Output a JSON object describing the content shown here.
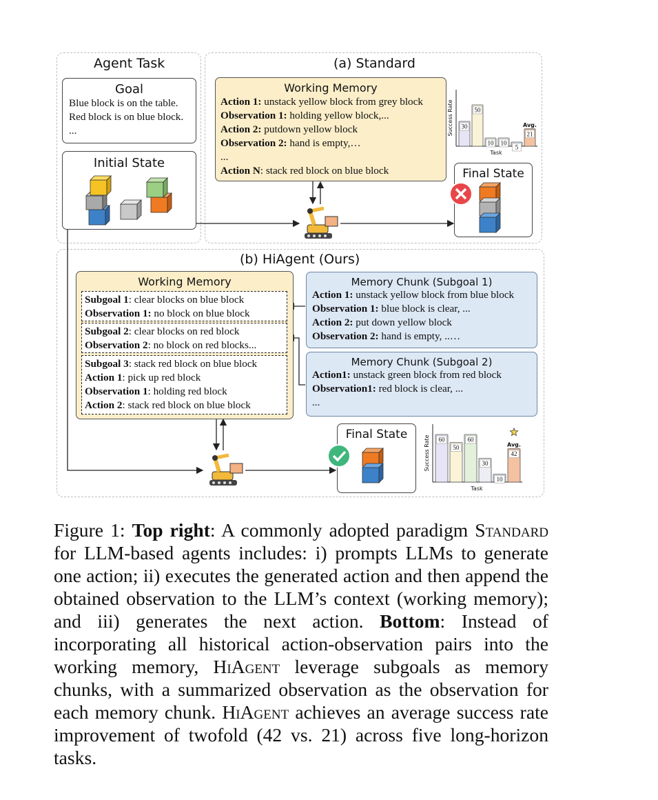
{
  "figure": {
    "agent_task": {
      "title": "Agent Task",
      "goal": {
        "title": "Goal",
        "lines": [
          "Blue block is on the table.",
          "Red block is on blue block.",
          "..."
        ]
      },
      "initial_state": {
        "title": "Initial State"
      }
    },
    "standard": {
      "title": "(a) Standard",
      "working_memory": {
        "title": "Working Memory",
        "lines": [
          {
            "bold": "Action 1:",
            "text": " unstack yellow block from grey block"
          },
          {
            "bold": "Observation 1:",
            "text": " holding yellow block,..."
          },
          {
            "bold": "Action 2:",
            "text": " putdown yellow block"
          },
          {
            "bold": "Observation 2:",
            "text": " hand is empty,…"
          },
          {
            "bold": "",
            "text": "..."
          },
          {
            "bold": "Action N",
            "text": ": stack red block on blue block"
          }
        ]
      },
      "final_state": {
        "title": "Final State",
        "status_icon": "cross-icon"
      }
    },
    "hiagent": {
      "title": "(b) HiAgent (Ours)",
      "working_memory": {
        "title": "Working Memory",
        "groups": [
          [
            {
              "bold": "Subgoal 1",
              "text": ": clear blocks on blue block"
            },
            {
              "bold": "Observation 1:",
              "text": " no block on blue block"
            }
          ],
          [
            {
              "bold": "Subgoal 2",
              "text": ": clear blocks on red block"
            },
            {
              "bold": "Observation 2",
              "text": ": no block on red blocks..."
            }
          ],
          [
            {
              "bold": "Subgoal 3",
              "text": ": stack red block on blue block"
            },
            {
              "bold": "Action 1",
              "text": ": pick up red block"
            },
            {
              "bold": "Observation 1",
              "text": ": holding red block"
            },
            {
              "bold": "Action 2",
              "text": ": stack red block on blue block"
            }
          ]
        ]
      },
      "memory_chunk_1": {
        "title": "Memory Chunk (Subgoal 1)",
        "lines": [
          {
            "bold": "Action 1:",
            "text": " unstack yellow block from blue block"
          },
          {
            "bold": "Observation 1:",
            "text": " blue block is clear, ..."
          },
          {
            "bold": "Action 2:",
            "text": " put down yellow block"
          },
          {
            "bold": "Observation 2:",
            "text": " hand is empty, ..…"
          }
        ]
      },
      "memory_chunk_2": {
        "title": "Memory Chunk (Subgoal 2)",
        "lines": [
          {
            "bold": "Action1:",
            "text": " unstack green block from red block"
          },
          {
            "bold": "Observation1:",
            "text": " red block is clear, ..."
          },
          {
            "bold": "",
            "text": "..."
          }
        ]
      },
      "final_state": {
        "title": "Final State",
        "status_icon": "check-icon"
      }
    }
  },
  "chart_data": [
    {
      "type": "bar",
      "name_hint": "standard",
      "ylabel": "Success Rate",
      "xlabel": "Task",
      "categories": [
        "",
        "",
        "",
        "",
        "",
        "Avg."
      ],
      "values": [
        30,
        50,
        10,
        10,
        5,
        21
      ],
      "colors": [
        "#e6e4f5",
        "#fbf3d8",
        "#e3f0dc",
        "#eceef3",
        "#dde5f3",
        "#f4c2a1"
      ]
    },
    {
      "type": "bar",
      "name_hint": "hiagent",
      "ylabel": "Success Rate",
      "xlabel": "Task",
      "categories": [
        "",
        "",
        "",
        "",
        "",
        "Avg."
      ],
      "values": [
        60,
        50,
        60,
        30,
        10,
        42
      ],
      "colors": [
        "#e6e4f5",
        "#fbf3d8",
        "#e3f0dc",
        "#eceef3",
        "#dde5f3",
        "#f4c2a1"
      ],
      "highlight_icon": "star-icon"
    }
  ],
  "caption": {
    "label": "Figure 1: ",
    "bold1": "Top right",
    "text1": ": A commonly adopted paradigm ",
    "sc1": "Standard",
    "text2": " for LLM-based agents includes: i) prompts LLMs to generate one action; ii) executes the generated action and then append the obtained observation to the LLM’s context (working memory); and iii) generates the next action. ",
    "bold2": "Bottom",
    "text3": ": Instead of incorporating all historical action-observation pairs into the working memory, ",
    "sc2": "HiAgent",
    "text4": " leverage subgoals as memory chunks, with a summarized observation as the observation for each memory chunk. ",
    "sc3": "HiAgent",
    "text5": " achieves an average success rate improvement of twofold (42 vs. 21) across five long-horizon tasks."
  }
}
